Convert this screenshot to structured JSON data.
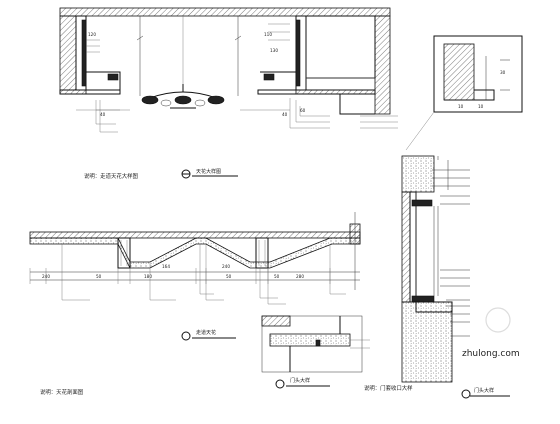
{
  "drawing": {
    "title_top": "天花大样图",
    "title_middle": "走道天花",
    "title_bottom_left": "走道天花",
    "title_bottom_middle": "门头大样",
    "title_bottom_right": "门头大样",
    "caption_top": "说明：走道天花大样图",
    "caption_middle": "说明：天花剖面图",
    "caption_bottom": "说明：门套收口大样"
  },
  "dims": {
    "top": [
      "120",
      "110",
      "130",
      "40",
      "40",
      "60"
    ],
    "middle": [
      "240",
      "50",
      "180",
      "164",
      "50",
      "240",
      "50",
      "280"
    ],
    "side_detail": [
      "30",
      "10",
      "10"
    ]
  },
  "watermark": "zhulong.com",
  "colors": {
    "line": "#111111",
    "background": "#ffffff",
    "watermark": "#dddddd"
  }
}
